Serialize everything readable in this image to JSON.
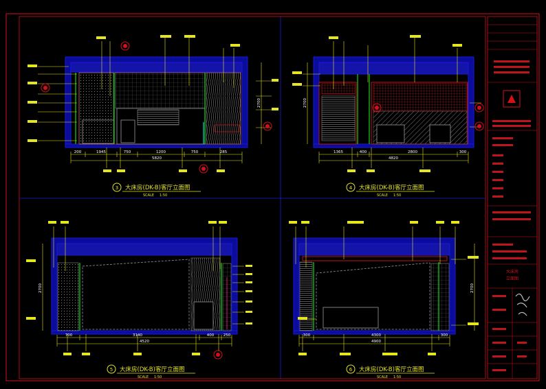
{
  "colors": {
    "background": "#000000",
    "border": "#d4101a",
    "frame": "#1a1ad8",
    "frame_fill": "#0b0b9c",
    "ceiling": "#1515c8",
    "yellow": "#e6e61e",
    "green": "#16d416",
    "hatch": "#8a8a8a",
    "white": "#ffffff",
    "magenta": "#e0157a",
    "cyan": "#19d2d2",
    "tag": "#d4101a"
  },
  "views": [
    {
      "title": "大床房(DK-B)客厅立面图",
      "scale_label": "SCALE",
      "scale": "1:50",
      "dims": [
        "200",
        "1945",
        "750",
        "1200",
        "750",
        "285"
      ],
      "total": "5820",
      "height": "2700"
    },
    {
      "title": "大床房(DK-B)客厅立面图",
      "scale_label": "SCALE",
      "scale": "1:50",
      "dims": [
        "1365",
        "400",
        "2800",
        "300"
      ],
      "total": "4820",
      "height": "2700"
    },
    {
      "title": "大床房(DK-B)客厅立面图",
      "scale_label": "SCALE",
      "scale": "1:50",
      "dims": [
        "700",
        "3140",
        "400",
        "250"
      ],
      "total": "4520",
      "height": "2700"
    },
    {
      "title": "大床房(DK-B)客厅立面图",
      "scale_label": "SCALE",
      "scale": "1:50",
      "dims": [
        "300",
        "4300",
        "300"
      ],
      "total": "4900",
      "height": "2700"
    }
  ],
  "title_block": {
    "project_name": "大床房",
    "drawing_name": "立面图"
  }
}
